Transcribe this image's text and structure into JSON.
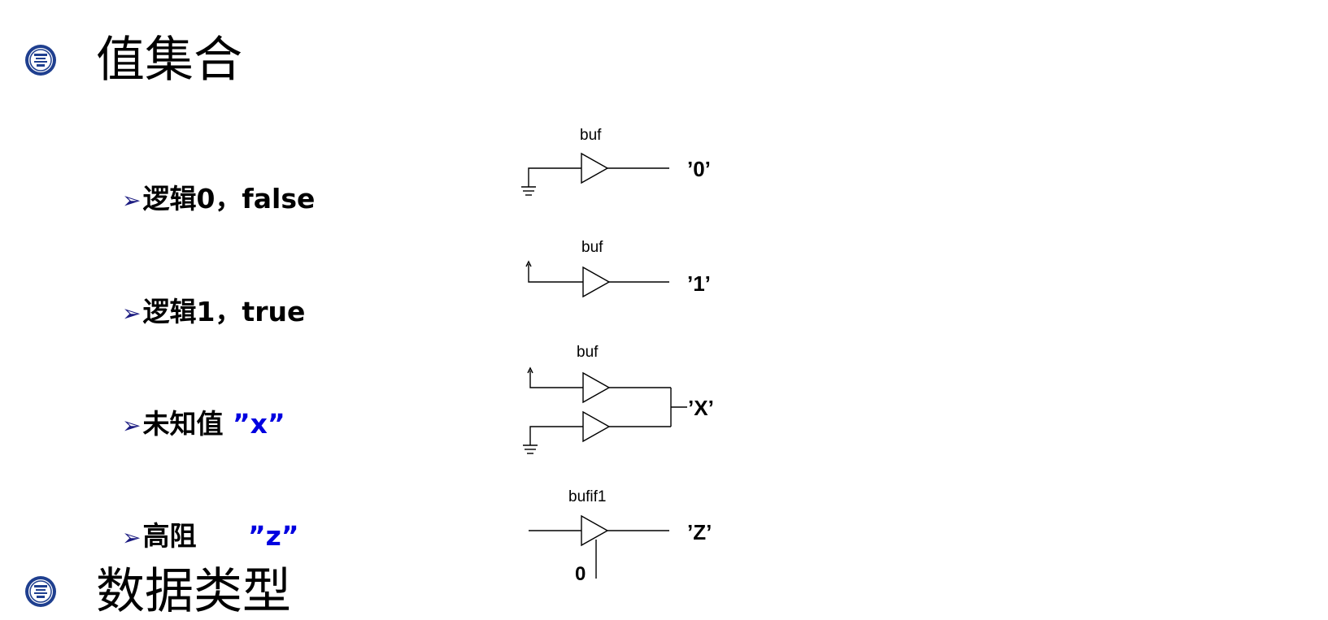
{
  "headings": {
    "value_set": "值集合",
    "data_types": "数据类型"
  },
  "bullets": [
    {
      "prefix": "逻辑0，false",
      "highlight": ""
    },
    {
      "prefix": "逻辑1，true",
      "highlight": ""
    },
    {
      "prefix": "未知值 ",
      "highlight": "”x”"
    },
    {
      "prefix": "高阻 ",
      "highlight": "”z”"
    }
  ],
  "bullet_marker": "➢",
  "circuits": {
    "gate_buf_0": "buf",
    "gate_buf_1": "buf",
    "gate_buf_x": "buf",
    "gate_bufif1": "bufif1",
    "out_0": "’0’",
    "out_1": "’1’",
    "out_x": "’X’",
    "out_z": "’Z’",
    "control_zero": "0"
  },
  "colors": {
    "highlight": "#0000e0",
    "marker": "#1a1a80",
    "logo": "#1f3f8f"
  },
  "icons": [
    "university-seal-icon",
    "university-seal-icon"
  ]
}
